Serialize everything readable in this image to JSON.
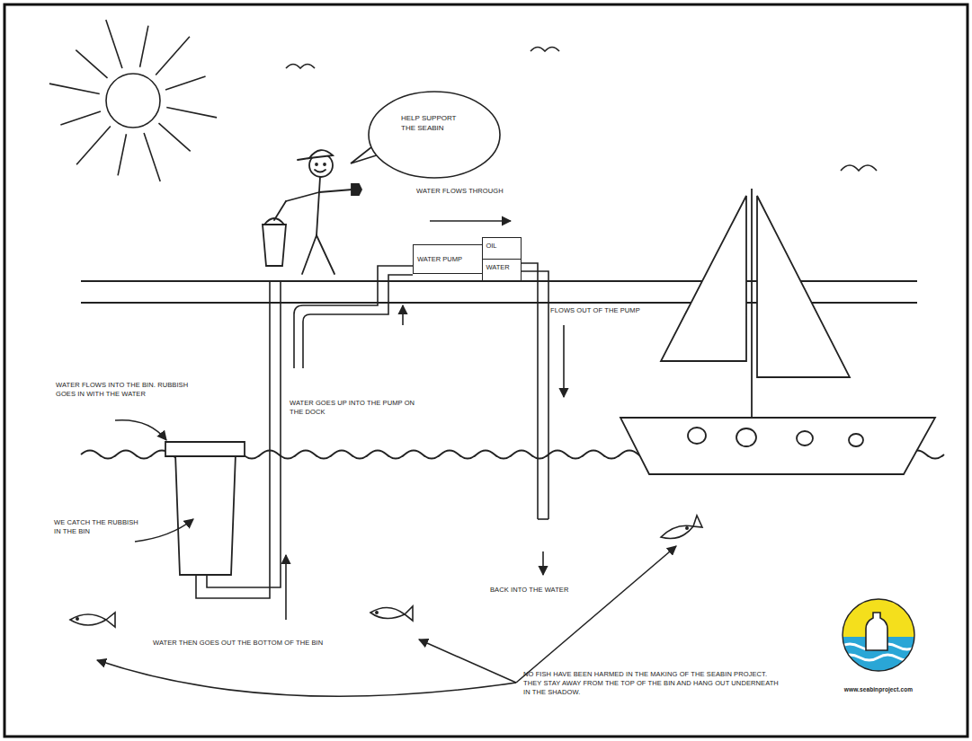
{
  "diagram": {
    "nodes": [
      {
        "text": [
          "HELP SUPPORT THE SEABIN"
        ]
      },
      {
        "text": [
          "WATER PUMP"
        ]
      },
      {
        "text": [
          "OIL",
          "WATER"
        ]
      }
    ],
    "labels": [
      "WATER FLOWS THROUGH",
      "FLOWS OUT OF THE PUMP",
      "WATER FLOWS INTO THE BIN. RUBBISH GOES IN WITH THE WATER",
      "WATER GOES UP INTO THE PUMP ON THE DOCK",
      "WE CATCH THE RUBBISH IN THE BIN",
      "BACK INTO THE WATER",
      "WATER THEN GOES OUT THE BOTTOM OF THE BIN",
      "NO FISH HAVE BEEN HARMED IN THE MAKING OF THE SEABIN PROJECT. THEY STAY AWAY FROM THE TOP OF THE BIN AND HANG OUT UNDERNEATH IN THE SHADOW.",
      "www.seabinproject.com"
    ]
  }
}
